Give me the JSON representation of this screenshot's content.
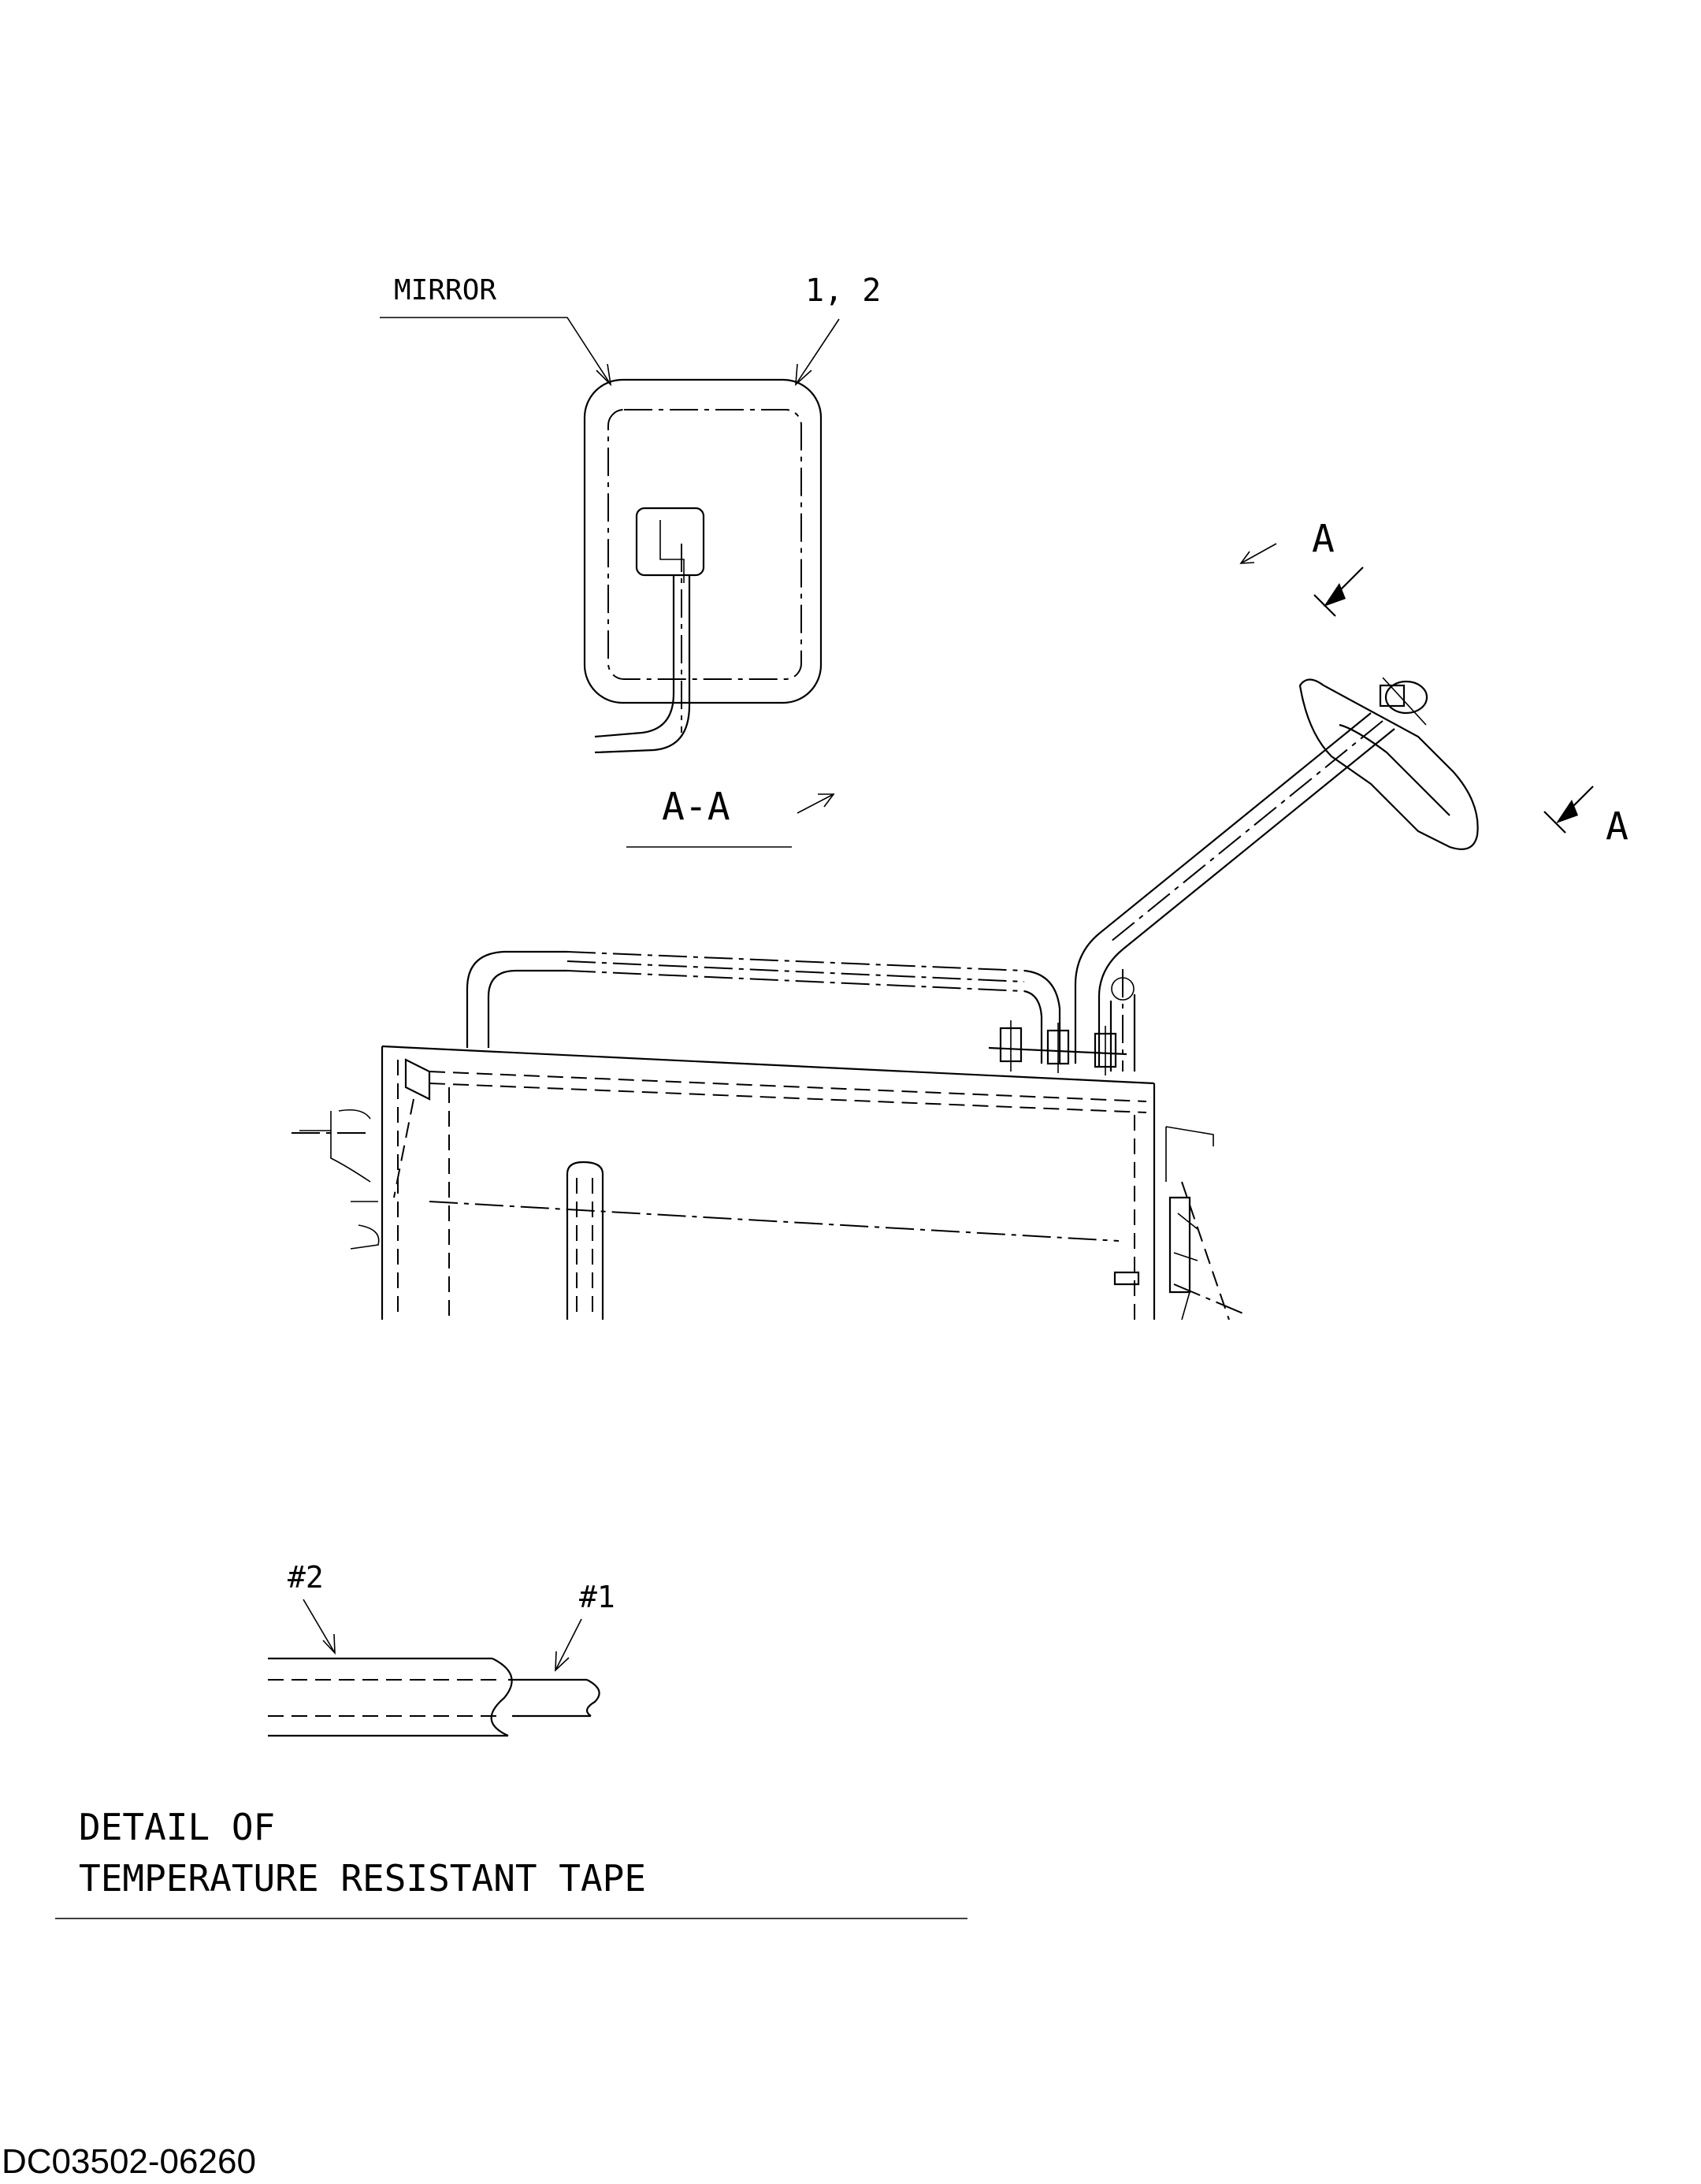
{
  "labels": {
    "mirror": "MIRROR",
    "part_numbers": "1, 2",
    "view_a_upper": "A",
    "view_a_lower": "A",
    "section_title": "A-A",
    "tape_2": "#2",
    "tape_1": "#1",
    "detail_line1": "DETAIL OF",
    "detail_line2": "TEMPERATURE RESISTANT TAPE",
    "drawing_number": "DC03502-06260"
  }
}
